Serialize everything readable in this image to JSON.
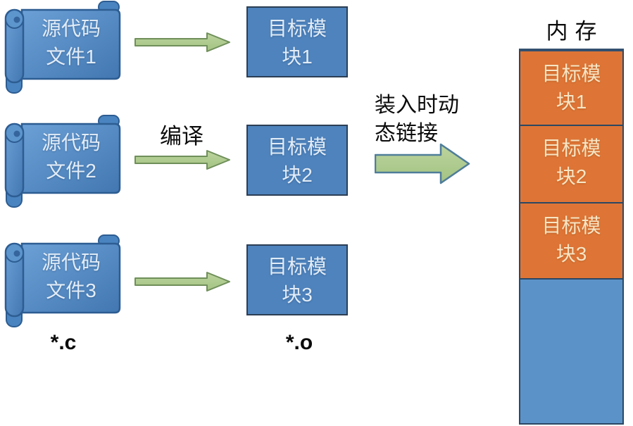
{
  "diagram": {
    "source_files": [
      {
        "label": "源代码文件1",
        "line1": "源代码",
        "line2": "文件1"
      },
      {
        "label": "源代码文件2",
        "line1": "源代码",
        "line2": "文件2"
      },
      {
        "label": "源代码文件3",
        "line1": "源代码",
        "line2": "文件3"
      }
    ],
    "object_modules": [
      {
        "label": "目标模块1",
        "line1": "目标模",
        "line2": "块1"
      },
      {
        "label": "目标模块2",
        "line1": "目标模",
        "line2": "块2"
      },
      {
        "label": "目标模块3",
        "line1": "目标模",
        "line2": "块3"
      }
    ],
    "labels": {
      "compile": "编译",
      "dynamic_link": "装入时动态链接",
      "source_ext": "*.c",
      "object_ext": "*.o"
    },
    "memory": {
      "title": "内存",
      "loaded_blocks": [
        {
          "label": "目标模块1",
          "line1": "目标模",
          "line2": "块1"
        },
        {
          "label": "目标模块2",
          "line1": "目标模",
          "line2": "块2"
        },
        {
          "label": "目标模块3",
          "line1": "目标模",
          "line2": "块3"
        }
      ]
    },
    "colors": {
      "scroll_fill": "#4a86c4",
      "scroll_border": "#2d5d92",
      "object_box_fill": "#4e83bd",
      "object_box_border": "#2c3e54",
      "box_text": "#e2ecf7",
      "memory_loaded_fill": "#de7536",
      "memory_loaded_text": "#f7e5c4",
      "memory_free_fill": "#5b93c9",
      "memory_border": "#2b4763",
      "arrow_fill": "#adc98d",
      "small_arrow_border": "#6f8f5a",
      "big_arrow_border": "#4f7d99",
      "label_text": "#0b0b0b"
    }
  }
}
